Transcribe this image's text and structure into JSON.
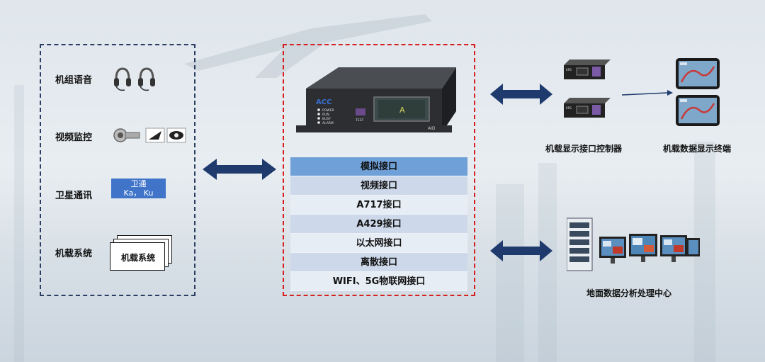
{
  "left_panel": {
    "rows": [
      {
        "label": "机组语音",
        "icon": "headset-icon"
      },
      {
        "label": "视频监控",
        "icon": "camera-icon"
      },
      {
        "label": "卫星通讯",
        "icon": "satellite-box"
      },
      {
        "label": "机载系统",
        "icon": "document-stack-icon"
      }
    ],
    "satellite_box": {
      "line1": "卫通",
      "line2": "Ka，  Ku"
    },
    "system_doc_label": "机载系统"
  },
  "center_panel": {
    "device": {
      "brand": "ACC",
      "leds": [
        "POWER",
        "RUN",
        "BUSY",
        "ALARM"
      ],
      "test_label": "TEST",
      "screen_letter": "A",
      "model_label": "AID"
    },
    "interfaces": [
      "模拟接口",
      "视频接口",
      "A717接口",
      "A429接口",
      "以太网接口",
      "离散接口",
      "WIFI、5G物联网接口"
    ]
  },
  "right_top": {
    "controller_caption": "机载显示接口控制器",
    "terminal_caption": "机载数据显示终端",
    "controller_label": "KRS"
  },
  "right_bottom": {
    "ground_caption": "地面数据分析处理中心"
  },
  "colors": {
    "left_border": "#2b3d63",
    "center_border": "#d62020",
    "arrow": "#1f3b6e",
    "satellite_box": "#3f74c9",
    "interface_highlight": "#6fa0d8"
  }
}
